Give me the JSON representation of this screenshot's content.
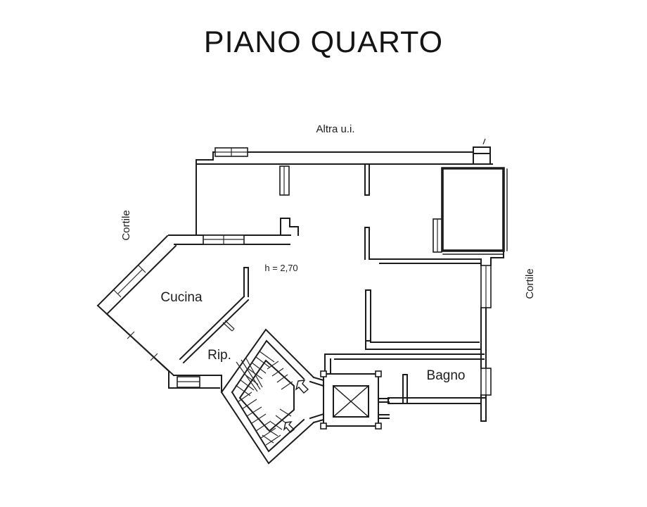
{
  "title": "PIANO QUARTO",
  "plan": {
    "labels": {
      "altra_ui": "Altra u.i.",
      "cortile_left": "Cortile",
      "cortile_right": "Cortile",
      "cucina": "Cucina",
      "height_note": "h = 2,70",
      "rip": "Rip.",
      "bagno": "Bagno"
    },
    "colors": {
      "ink": "#1c1c1c",
      "paper": "#ffffff"
    },
    "icons": {
      "stair_direction_arrow": "hollow outline arrow drawn on stair flights",
      "elevator_cross": "X diagonals marking the elevator shaft",
      "window_symbol": "double-line rectangle on wall"
    }
  }
}
